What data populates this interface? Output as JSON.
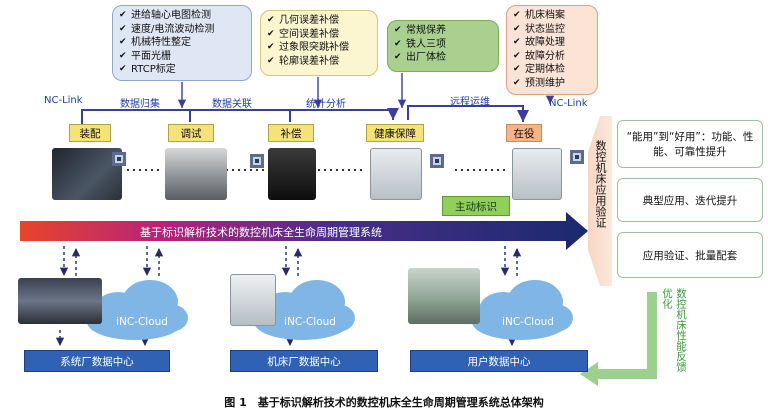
{
  "top_boxes": [
    {
      "items": [
        "进给轴心电图检测",
        "速度/电流波动检测",
        "机械特性整定",
        "平面光栅",
        "RTCP标定"
      ],
      "color": "#dfe7f5",
      "border": "#8fa7cf"
    },
    {
      "items": [
        "几何误差补偿",
        "空间误差补偿",
        "过象限突跳补偿",
        "轮廓误差补偿"
      ],
      "color": "#fbf5d0",
      "border": "#d7c777"
    },
    {
      "items": [
        "常规保养",
        "铁人三项",
        "出厂体检"
      ],
      "color": "#a9d08e",
      "border": "#7aad5c"
    },
    {
      "items": [
        "机床档案",
        "状态监控",
        "故障处理",
        "故障分析",
        "定期体检",
        "预测维护"
      ],
      "color": "#fbe3d6",
      "border": "#d9a488"
    }
  ],
  "flow_labels": {
    "nc_link_left": "NC-Link",
    "data_collect": "数据归集",
    "data_relate": "数据关联",
    "stat_analysis": "统计分析",
    "remote_ops": "远程运维",
    "nc_link_right": "NC-Link"
  },
  "stages": [
    "装配",
    "调试",
    "补偿",
    "健康保障",
    "在役"
  ],
  "active_label": "主动标识",
  "main_arrow_text": "基于标识解析技术的数控机床全生命周期管理系统",
  "right_panel": {
    "vertical_title": "数控机床应用验证",
    "boxes": [
      "“能用”到“好用”：功能、性能、可靠性提升",
      "典型应用、迭代提升",
      "应用验证、批量配套"
    ]
  },
  "feedback_text": "数控机床性能反馈优化",
  "cloud_label": "iNC-Cloud",
  "data_centers": [
    "系统厂数据中心",
    "机床厂数据中心",
    "用户数据中心"
  ],
  "caption": "图 1　基于标识解析技术的数控机床全生命周期管理系统总体架构",
  "colors": {
    "stage_fill": "#f4e37a",
    "active_fill": "#8fcf5a",
    "data_center": "#2f61b5",
    "cloud": "#7fb6e6",
    "flow_line": "#3b3f9b"
  }
}
